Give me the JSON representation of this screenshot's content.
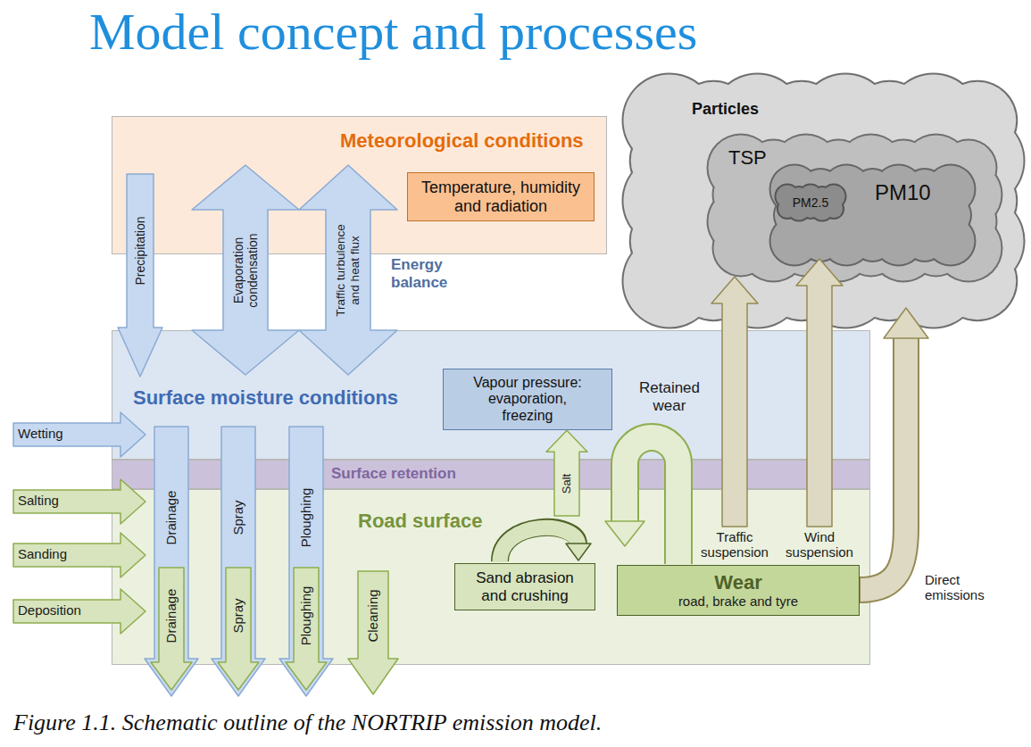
{
  "diagram": {
    "title": "Model concept and processes",
    "caption": "Figure 1.1. Schematic outline of the NORTRIP emission model.",
    "nodes": [
      {
        "text": [
          "Meteorological conditions"
        ]
      },
      {
        "text": [
          "Temperature, humidity and radiation"
        ],
        "in": 0
      },
      {
        "text": [
          "Surface moisture conditions"
        ]
      },
      {
        "text": [
          "Vapour pressure: evaporation, freezing"
        ],
        "in": 2
      },
      {
        "text": [
          "Surface retention"
        ]
      },
      {
        "text": [
          "Road surface"
        ]
      },
      {
        "text": [
          "Sand abrasion and crushing"
        ],
        "in": 5
      },
      {
        "text": [
          "Wear",
          "road, brake and tyre"
        ],
        "in": 5
      },
      {
        "text": [
          "Particles"
        ]
      },
      {
        "text": [
          "TSP"
        ],
        "in": 8
      },
      {
        "text": [
          "PM10"
        ],
        "in": 9
      },
      {
        "text": [
          "PM2.5"
        ],
        "in": 10
      }
    ],
    "edges": [
      {
        "from": 0,
        "to": 2,
        "arrow": "to",
        "label": "Precipitation"
      },
      {
        "from": 0,
        "to": 2,
        "arrow": "both",
        "label": "Evaporation condensation"
      },
      {
        "from": 0,
        "to": 2,
        "arrow": "both",
        "label": "Traffic turbulence and heat flux"
      },
      {
        "from": 5,
        "to": 3,
        "arrow": "to",
        "label": "Salt"
      },
      {
        "from": 5,
        "to": 8,
        "arrow": "to",
        "label": "Traffic suspension"
      },
      {
        "from": 5,
        "to": 8,
        "arrow": "to",
        "label": "Wind suspension"
      },
      {
        "from": 7,
        "to": 8,
        "arrow": "to",
        "label": "Direct emissions"
      }
    ],
    "labels": [
      "Energy balance",
      "Wetting",
      "Salting",
      "Sanding",
      "Deposition",
      "Drainage",
      "Spray",
      "Ploughing",
      "Drainage",
      "Spray",
      "Ploughing",
      "Cleaning",
      "Retained wear"
    ]
  }
}
